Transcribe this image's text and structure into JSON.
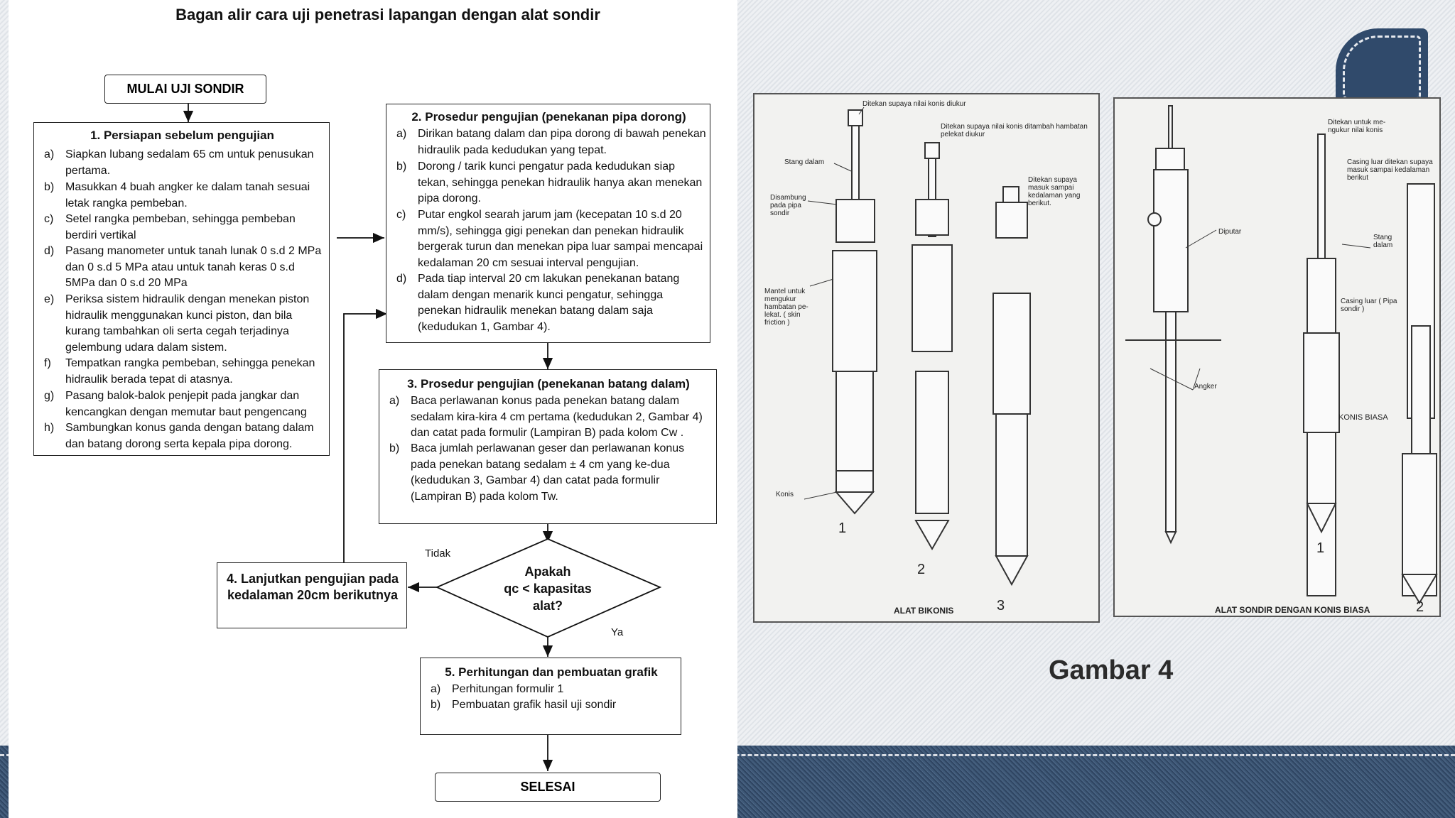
{
  "flowchart": {
    "title": "Bagan alir cara uji penetrasi lapangan dengan alat sondir",
    "start": "MULAI UJI SONDIR",
    "step1": {
      "title": "1. Persiapan sebelum pengujian",
      "items": [
        {
          "label": "a)",
          "text": "Siapkan lubang sedalam 65 cm untuk penusukan pertama."
        },
        {
          "label": "b)",
          "text": "Masukkan 4 buah angker ke dalam tanah sesuai letak rangka pembeban."
        },
        {
          "label": "c)",
          "text": "Setel rangka pembeban, sehingga pembeban berdiri vertikal"
        },
        {
          "label": "d)",
          "text": "Pasang manometer untuk tanah lunak 0 s.d 2 MPa dan 0 s.d 5 MPa atau untuk tanah keras 0 s.d 5MPa dan 0 s.d 20 MPa"
        },
        {
          "label": "e)",
          "text": "Periksa sistem hidraulik dengan menekan piston hidraulik menggunakan kunci piston, dan bila kurang tambahkan oli serta cegah terjadinya gelembung udara dalam sistem."
        },
        {
          "label": "f)",
          "text": "Tempatkan rangka pembeban, sehingga penekan hidraulik berada tepat di atasnya."
        },
        {
          "label": "g)",
          "text": "Pasang balok-balok penjepit pada jangkar dan kencangkan dengan memutar baut pengencang"
        },
        {
          "label": "h)",
          "text": "Sambungkan konus ganda dengan batang dalam dan   batang dorong serta kepala pipa dorong."
        }
      ]
    },
    "step2": {
      "title": "2. Prosedur pengujian (penekanan pipa dorong)",
      "items": [
        {
          "label": "a)",
          "text": "Dirikan batang dalam dan pipa dorong di bawah penekan hidraulik pada kedudukan yang tepat."
        },
        {
          "label": "b)",
          "text": "Dorong / tarik kunci pengatur pada kedudukan siap tekan, sehingga penekan hidraulik hanya akan menekan pipa  dorong."
        },
        {
          "label": "c)",
          "text": "Putar engkol searah jarum jam (kecepatan 10 s.d 20 mm/s), sehingga gigi penekan dan penekan hidraulik bergerak turun dan menekan pipa luar sampai mencapai kedalaman 20 cm  sesuai interval pengujian."
        },
        {
          "label": "d)",
          "text": "Pada tiap interval 20 cm lakukan penekanan batang dalam dengan menarik kunci pengatur, sehingga penekan hidraulik menekan batang dalam saja (kedudukan 1, Gambar 4)."
        }
      ]
    },
    "step3": {
      "title": "3. Prosedur pengujian (penekanan batang dalam)",
      "items": [
        {
          "label": "a)",
          "text": "Baca perlawanan konus pada penekan batang  dalam sedalam kira-kira 4 cm pertama (kedudukan 2, Gambar 4) dan catat pada formulir (Lampiran B) pada kolom Cw ."
        },
        {
          "label": "b)",
          "text": "Baca jumlah perlawanan geser dan perlawanan konus pada      penekan batang sedalam ± 4 cm yang ke-dua (kedudukan 3, Gambar 4) dan catat pada formulir (Lampiran B) pada  kolom Tw."
        }
      ]
    },
    "decision": {
      "line1": "Apakah",
      "line2": "qc < kapasitas",
      "line3": "alat?",
      "no": "Tidak",
      "yes": "Ya"
    },
    "step4": {
      "line1": "4. Lanjutkan pengujian pada",
      "line2": "kedalaman 20cm berikutnya"
    },
    "step5": {
      "title": "5. Perhitungan dan pembuatan grafik",
      "items": [
        {
          "label": "a)",
          "text": "Perhitungan formulir 1"
        },
        {
          "label": "b)",
          "text": "Pembuatan grafik hasil uji sondir"
        }
      ]
    },
    "end": "SELESAI"
  },
  "figure1": {
    "caption": "ALAT BIKONIS",
    "labels": {
      "top1": "Ditekan supaya nilai konis diukur",
      "top2": "Ditekan supaya nilai konis ditambah hambatan pelekat diukur",
      "top3": "Ditekan supaya masuk sampai kedalaman yang berikut.",
      "stang": "Stang dalam",
      "disambung": "Disambung pada pipa sondir",
      "mantel": "Mantel untuk mengukur hambatan pe-lekat. ( skin friction )",
      "konis": "Konis"
    },
    "numbers": [
      "1",
      "2",
      "3"
    ]
  },
  "figure2": {
    "caption": "ALAT SONDIR DENGAN KONIS BIASA",
    "labels": {
      "top1": "Ditekan untuk me-ngukur nilai konis",
      "casing": "Casing luar ditekan supaya masuk sampai kedalaman berikut",
      "diputar": "Diputar",
      "stang": "Stang dalam",
      "casing2": "Casing luar ( Pipa sondir )",
      "angker": "Angker",
      "konis_biasa": "KONIS BIASA"
    },
    "numbers": [
      "1",
      "2"
    ]
  },
  "gambar_label": "Gambar 4"
}
